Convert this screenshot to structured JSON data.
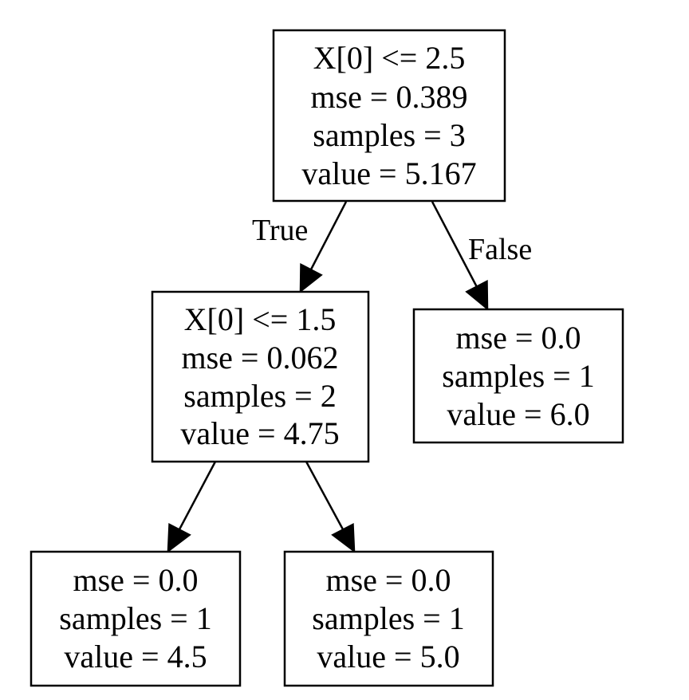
{
  "tree": {
    "nodes": [
      {
        "id": "root",
        "name": "node-root",
        "lines": [
          "X[0] <= 2.5",
          "mse = 0.389",
          "samples = 3",
          "value = 5.167"
        ]
      },
      {
        "id": "left",
        "name": "node-left",
        "lines": [
          "X[0] <= 1.5",
          "mse = 0.062",
          "samples = 2",
          "value = 4.75"
        ]
      },
      {
        "id": "right",
        "name": "node-right-leaf",
        "lines": [
          "mse = 0.0",
          "samples = 1",
          "value = 6.0"
        ]
      },
      {
        "id": "leftleft",
        "name": "node-left-left-leaf",
        "lines": [
          "mse = 0.0",
          "samples = 1",
          "value = 4.5"
        ]
      },
      {
        "id": "leftright",
        "name": "node-left-right-leaf",
        "lines": [
          "mse = 0.0",
          "samples = 1",
          "value = 5.0"
        ]
      }
    ],
    "edges": [
      {
        "from": "root",
        "to": "left",
        "label": "True"
      },
      {
        "from": "root",
        "to": "right",
        "label": "False"
      },
      {
        "from": "left",
        "to": "leftleft",
        "label": ""
      },
      {
        "from": "left",
        "to": "leftright",
        "label": ""
      }
    ]
  }
}
